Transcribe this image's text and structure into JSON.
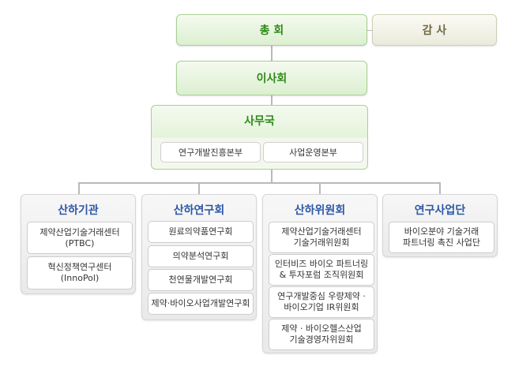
{
  "top": {
    "general_assembly": "총 회",
    "auditor": "감 사",
    "board": "이사회"
  },
  "secretariat": {
    "title": "사무국",
    "divisions": [
      "연구개발진흥본부",
      "사업운영본부"
    ]
  },
  "groups": [
    {
      "title": "산하기관",
      "items": [
        [
          "제약산업기술거래센터",
          "(PTBC)"
        ],
        [
          "혁신정책연구센터",
          "(InnoPol)"
        ]
      ]
    },
    {
      "title": "산하연구회",
      "items": [
        [
          "원료의약품연구회"
        ],
        [
          "의약분석연구회"
        ],
        [
          "천연물개발연구회"
        ],
        [
          "제약·바이오사업개발연구회"
        ]
      ]
    },
    {
      "title": "산하위원회",
      "items": [
        [
          "제약산업기술거래센터",
          "기술거래위원회"
        ],
        [
          "인터비즈 바이오 파트너링",
          "& 투자포럼 조직위원회"
        ],
        [
          "연구개발중심 우량제약 ·",
          "바이오기업 IR위원회"
        ],
        [
          "제약 · 바이오헬스산업",
          "기술경영자위원회"
        ]
      ]
    },
    {
      "title": "연구사업단",
      "items": [
        [
          "바이오분야 기술거래",
          "파트너링 촉진 사업단"
        ]
      ]
    }
  ]
}
